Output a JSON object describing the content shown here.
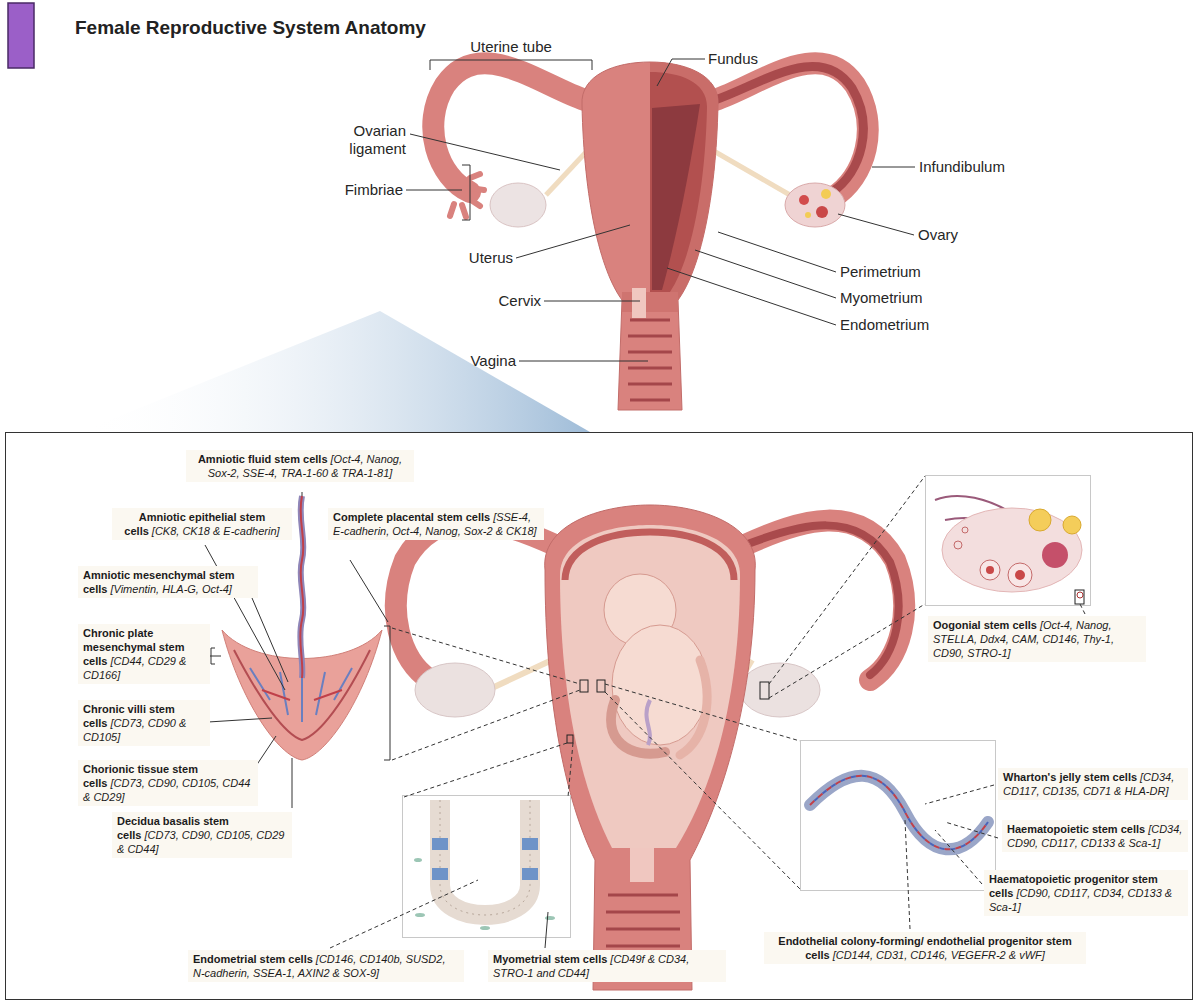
{
  "diagram": {
    "title": "Female Reproductive System Anatomy",
    "nodes": [
      {
        "text": [
          "Amniotic fluid stem cells",
          "[Oct-4, Nanog, Sox-2, SSE-4, TRA-1-60 & TRA-1-81]"
        ]
      },
      {
        "text": [
          "Amniotic epithelial stem cells",
          "[CK8, CK18 & E-cadherin]"
        ]
      },
      {
        "text": [
          "Complete placental stem cells",
          "[SSE-4, E-cadherin, Oct-4, Nanog, Sox-2 & CK18]"
        ]
      },
      {
        "text": [
          "Amniotic mesenchymal stem cells",
          "[Vimentin, HLA-G, Oct-4]"
        ]
      },
      {
        "text": [
          "Chronic plate mesenchymal stem cells",
          "[CD44, CD29 & CD166]"
        ]
      },
      {
        "text": [
          "Chronic villi stem cells",
          "[CD73, CD90 & CD105]"
        ]
      },
      {
        "text": [
          "Chorionic tissue stem cells",
          "[CD73, CD90, CD105, CD44 & CD29]"
        ]
      },
      {
        "text": [
          "Decidua basalis stem cells",
          "[CD73, CD90, CD105, CD29 & CD44]"
        ]
      },
      {
        "text": [
          "Endometrial stem cells",
          "[CD146, CD140b, SUSD2, N-cadherin, SSEA-1, AXIN2 & SOX-9]"
        ]
      },
      {
        "text": [
          "Myometrial stem cells",
          "[CD49f & CD34, STRO-1 and CD44]"
        ]
      },
      {
        "text": [
          "Oogonial stem cells",
          "[Oct-4, Nanog, STELLA, Ddx4, CAM, CD146, Thy-1, CD90, STRO-1]"
        ]
      },
      {
        "text": [
          "Wharton's jelly stem cells",
          "[CD34, CD117, CD135, CD71 & HLA-DR]"
        ]
      },
      {
        "text": [
          "Haematopoietic stem cells",
          "[CD34, CD90, CD117, CD133 & Sca-1]"
        ]
      },
      {
        "text": [
          "Haematopoietic progenitor stem cells",
          "[CD90, CD117, CD34, CD133 & Sca-1]"
        ]
      },
      {
        "text": [
          "Endothelial colony-forming/ endothelial progenitor stem cells",
          "[CD144, CD31, CD146, VEGEFR-2 & vWF]"
        ]
      }
    ],
    "labels": [
      "Uterine tube",
      "Fundus",
      "Ovarian ligament",
      "Fimbriae",
      "Infundibulum",
      "Ovary",
      "Uterus",
      "Perimetrium",
      "Cervix",
      "Myometrium",
      "Endometrium",
      "Vagina"
    ]
  }
}
